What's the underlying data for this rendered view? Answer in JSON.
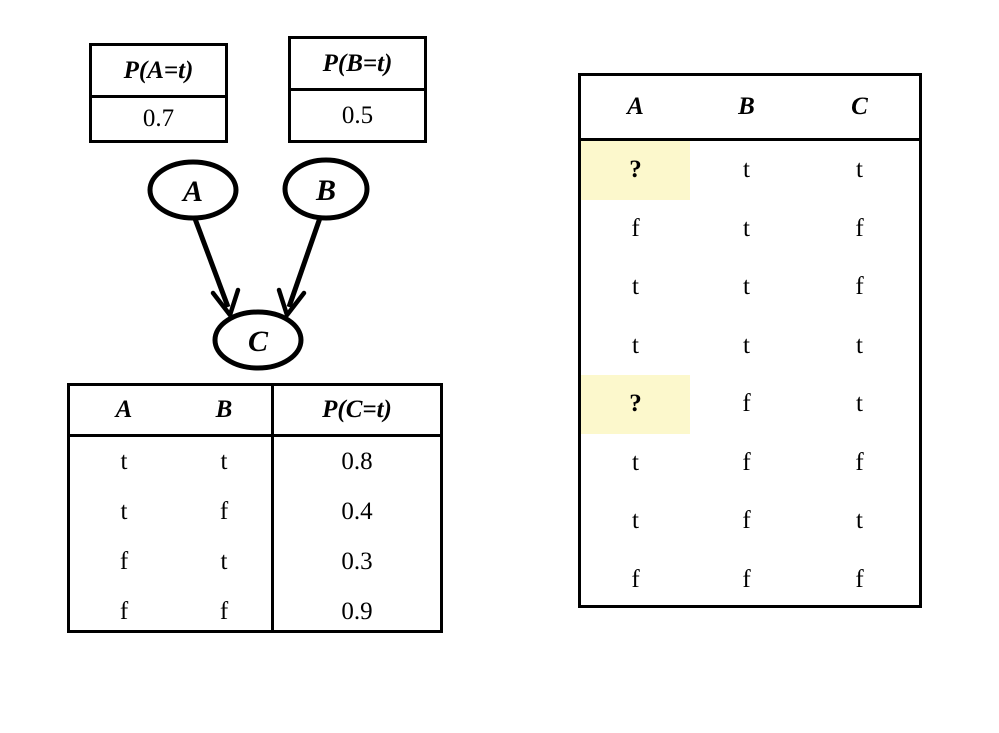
{
  "graph": {
    "title": "bayesian-network-with-missing-data",
    "nodes": [
      {
        "id": "A",
        "label": "A"
      },
      {
        "id": "B",
        "label": "B"
      },
      {
        "id": "C",
        "label": "C"
      }
    ],
    "edges": [
      {
        "from": "A",
        "to": "C"
      },
      {
        "from": "B",
        "to": "C"
      }
    ]
  },
  "prior_a": {
    "header": "P(A=t)",
    "value": "0.7"
  },
  "prior_b": {
    "header": "P(B=t)",
    "value": "0.5"
  },
  "cpt": {
    "headers": [
      "A",
      "B",
      "P(C=t)"
    ],
    "rows": [
      {
        "a": "t",
        "b": "t",
        "p": "0.8"
      },
      {
        "a": "t",
        "b": "f",
        "p": "0.4"
      },
      {
        "a": "f",
        "b": "t",
        "p": "0.3"
      },
      {
        "a": "f",
        "b": "f",
        "p": "0.9"
      }
    ]
  },
  "data_table": {
    "headers": [
      "A",
      "B",
      "C"
    ],
    "rows": [
      {
        "a": "?",
        "b": "t",
        "c": "t",
        "a_missing": true
      },
      {
        "a": "f",
        "b": "t",
        "c": "f",
        "a_missing": false
      },
      {
        "a": "t",
        "b": "t",
        "c": "f",
        "a_missing": false
      },
      {
        "a": "t",
        "b": "t",
        "c": "t",
        "a_missing": false
      },
      {
        "a": "?",
        "b": "f",
        "c": "t",
        "a_missing": true
      },
      {
        "a": "t",
        "b": "f",
        "c": "f",
        "a_missing": false
      },
      {
        "a": "t",
        "b": "f",
        "c": "t",
        "a_missing": false
      },
      {
        "a": "f",
        "b": "f",
        "c": "f",
        "a_missing": false
      }
    ]
  },
  "colors": {
    "highlight": "#fcf8cc",
    "stroke": "#000000",
    "background": "#ffffff"
  }
}
